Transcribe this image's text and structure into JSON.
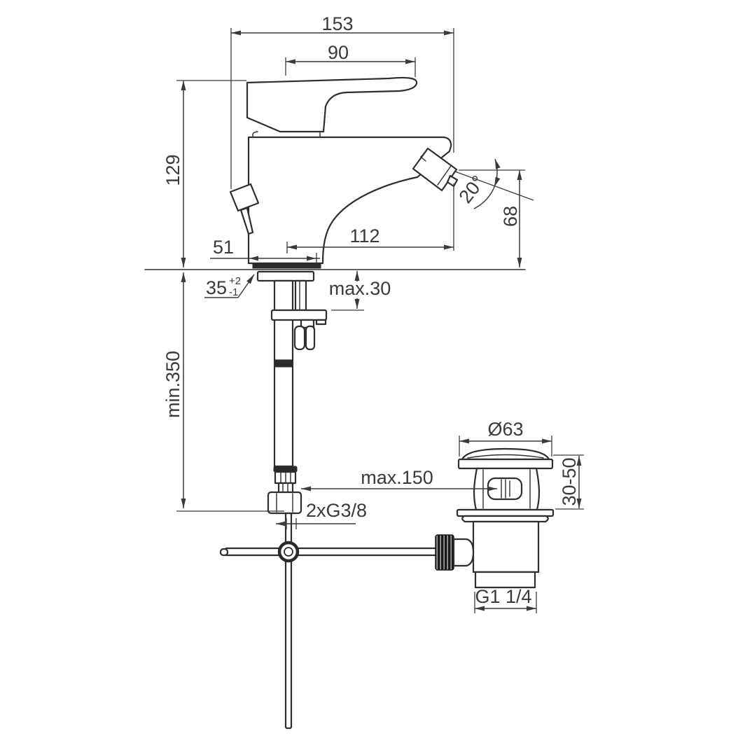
{
  "page": {
    "type": "technical-dimension-drawing",
    "background": "#ffffff"
  },
  "colors": {
    "line": "#2e2e2e",
    "dimension_line": "#3a3a3a",
    "text": "#3a3a3a",
    "dark_fill": "#2b2b2b",
    "fill": "#ffffff"
  },
  "dimensions": {
    "overall_width": "153",
    "handle_projection": "90",
    "body_height": "129",
    "spout_projection": "112",
    "base_width": "51",
    "outlet_height": "68",
    "outlet_angle": "20°",
    "mounting_hole": {
      "value": "35",
      "tol_plus": "+2",
      "tol_minus": "-1"
    },
    "deck_thickness": "max.30",
    "hose_length": "min.350",
    "rod_reach": "max.150",
    "supply_thread": "2xG3/8",
    "waste_cap_diameter": "Ø63",
    "waste_height_range": "30-50",
    "waste_thread": "G1 1/4"
  }
}
